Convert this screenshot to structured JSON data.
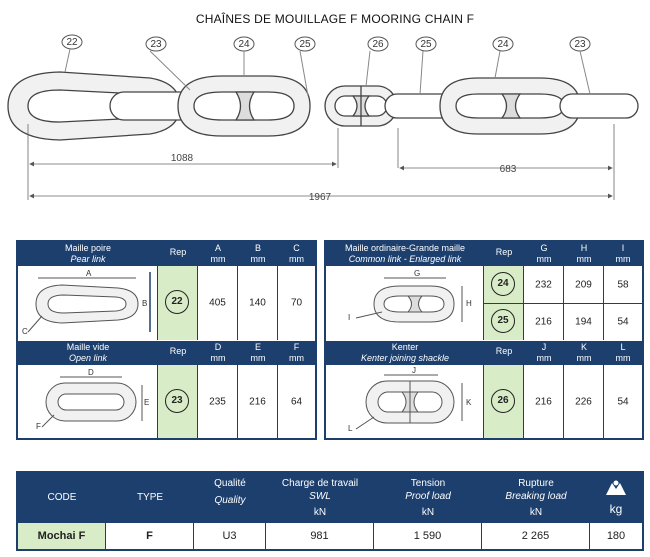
{
  "title": "CHAÎNES DE MOUILLAGE F MOORING CHAIN F",
  "diagram": {
    "callouts": [
      "22",
      "23",
      "24",
      "25",
      "26",
      "25",
      "24",
      "23"
    ],
    "dimensions": {
      "left_span": "1088",
      "right_span": "683",
      "total": "1967"
    }
  },
  "spec_left": {
    "pear": {
      "name_fr": "Maille poire",
      "name_en": "Pear link",
      "rep_label": "Rep",
      "cols": [
        {
          "letter": "A",
          "unit": "mm"
        },
        {
          "letter": "B",
          "unit": "mm"
        },
        {
          "letter": "C",
          "unit": "mm"
        }
      ],
      "draw_labels": {
        "a": "A",
        "b": "B",
        "c": "C"
      },
      "rep": "22",
      "values": [
        "405",
        "140",
        "70"
      ]
    },
    "open": {
      "name_fr": "Maille vide",
      "name_en": "Open link",
      "rep_label": "Rep",
      "cols": [
        {
          "letter": "D",
          "unit": "mm"
        },
        {
          "letter": "E",
          "unit": "mm"
        },
        {
          "letter": "F",
          "unit": "mm"
        }
      ],
      "draw_labels": {
        "d": "D",
        "e": "E",
        "f": "F"
      },
      "rep": "23",
      "values": [
        "235",
        "216",
        "64"
      ]
    }
  },
  "spec_right": {
    "common": {
      "name_fr": "Maille ordinaire-Grande maille",
      "name_en": "Common link - Enlarged link",
      "rep_label": "Rep",
      "cols": [
        {
          "letter": "G",
          "unit": "mm"
        },
        {
          "letter": "H",
          "unit": "mm"
        },
        {
          "letter": "I",
          "unit": "mm"
        }
      ],
      "draw_labels": {
        "g": "G",
        "h": "H",
        "i": "I"
      },
      "rows": [
        {
          "rep": "24",
          "values": [
            "232",
            "209",
            "58"
          ]
        },
        {
          "rep": "25",
          "values": [
            "216",
            "194",
            "54"
          ]
        }
      ]
    },
    "kenter": {
      "name_fr": "Kenter",
      "name_en": "Kenter joining shackle",
      "rep_label": "Rep",
      "cols": [
        {
          "letter": "J",
          "unit": "mm"
        },
        {
          "letter": "K",
          "unit": "mm"
        },
        {
          "letter": "L",
          "unit": "mm"
        }
      ],
      "draw_labels": {
        "j": "J",
        "k": "K",
        "l": "L"
      },
      "rep": "26",
      "values": [
        "216",
        "226",
        "54"
      ]
    }
  },
  "main_table": {
    "headers": {
      "code": "CODE",
      "type": "TYPE",
      "quality_fr": "Qualité",
      "quality_en": "Quality",
      "swl_fr": "Charge de travail",
      "swl_en": "SWL",
      "swl_unit": "kN",
      "proof_fr": "Tension",
      "proof_en": "Proof load",
      "proof_unit": "kN",
      "break_fr": "Rupture",
      "break_en": "Breaking load",
      "break_unit": "kN",
      "weight_icon": "weight-icon",
      "weight_unit": "kg"
    },
    "row": {
      "code": "Mochai F",
      "type": "F",
      "quality": "U3",
      "swl": "981",
      "proof": "1 590",
      "breaking": "2 265",
      "weight": "180"
    }
  },
  "colors": {
    "header_navy": "#1c3f6e",
    "rep_green": "#d9ecc8"
  }
}
